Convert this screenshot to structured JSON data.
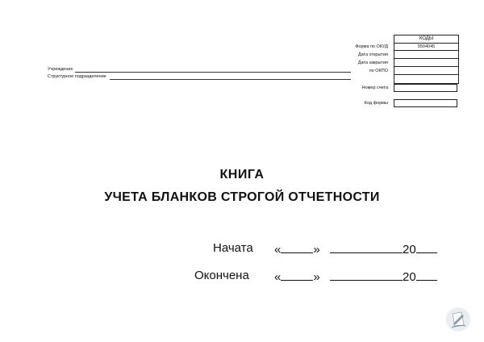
{
  "codes": {
    "header": "КОДЫ",
    "labels": [
      "Форма по ОКУД",
      "Дата открытия",
      "Дата закрытия",
      "по ОКПО"
    ],
    "values": [
      "0504045",
      "",
      "",
      ""
    ],
    "account_label": "Номер счета",
    "form_code_label": "Код формы"
  },
  "institution": {
    "institution_label": "Учреждение",
    "unit_label": "Структурное подразделение"
  },
  "title": {
    "line1": "КНИГА",
    "line2": "УЧЕТА БЛАНКОВ СТРОГОЙ ОТЧЕТНОСТИ"
  },
  "period": {
    "start_label": "Начата",
    "end_label": "Окончена",
    "quote_open": "«",
    "quote_close": "»",
    "year_prefix": "20"
  },
  "logo": {
    "icon": "pen-on-paper-icon"
  }
}
